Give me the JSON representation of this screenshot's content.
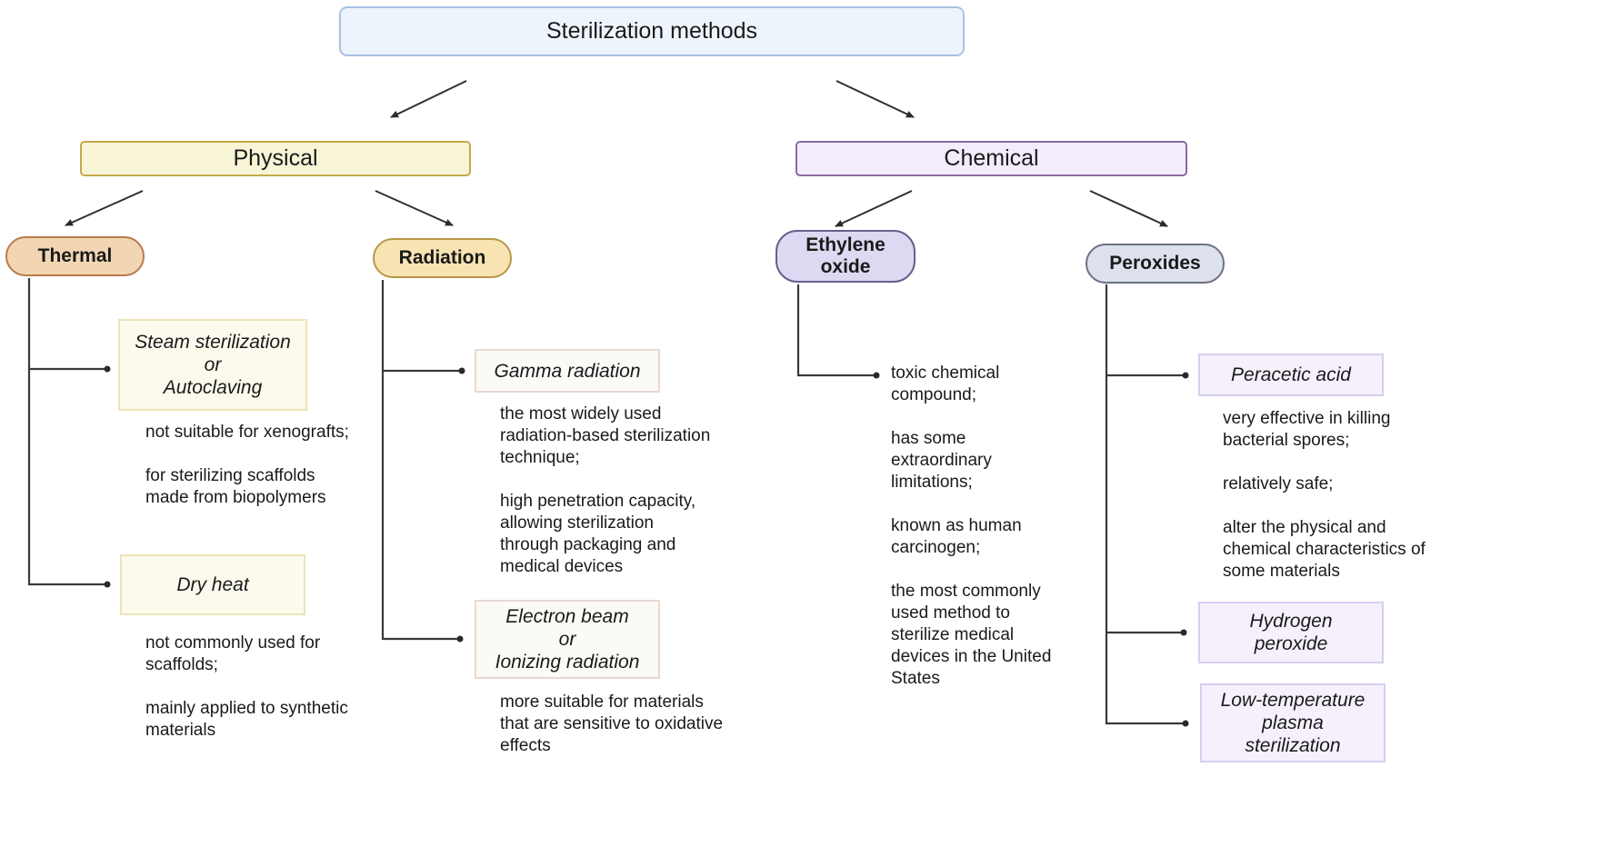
{
  "title": "Sterilization methods",
  "categories": [
    {
      "label": "Physical",
      "groups": [
        {
          "label": "Thermal",
          "methods": [
            {
              "label": "Steam sterilization\nor\nAutoclaving",
              "notes": [
                "not suitable for xenografts;",
                "for sterilizing scaffolds made from biopolymers"
              ]
            },
            {
              "label": "Dry heat",
              "notes": [
                "not commonly used for scaffolds;",
                "mainly applied to synthetic materials"
              ]
            }
          ]
        },
        {
          "label": "Radiation",
          "methods": [
            {
              "label": "Gamma radiation",
              "notes": [
                "the most widely used radiation-based sterilization technique;",
                "high penetration capacity, allowing sterilization through packaging and medical devices"
              ]
            },
            {
              "label": "Electron beam\nor\nIonizing radiation",
              "notes": [
                "more suitable for materials that are sensitive to oxidative effects"
              ]
            }
          ]
        }
      ]
    },
    {
      "label": "Chemical",
      "groups": [
        {
          "label": "Ethylene\noxide",
          "notes": [
            "toxic chemical compound;",
            "has some extraordinary limitations;",
            "known as human carcinogen;",
            "the most commonly used method to sterilize medical devices in the United States"
          ]
        },
        {
          "label": "Peroxides",
          "methods": [
            {
              "label": "Peracetic acid",
              "notes": [
                "very effective in killing bacterial spores;",
                "relatively safe;",
                "alter the physical and chemical characteristics of some materials"
              ]
            },
            {
              "label": "Hydrogen\nperoxide"
            },
            {
              "label": "Low-temperature\nplasma\nsterilization"
            }
          ]
        }
      ]
    }
  ]
}
